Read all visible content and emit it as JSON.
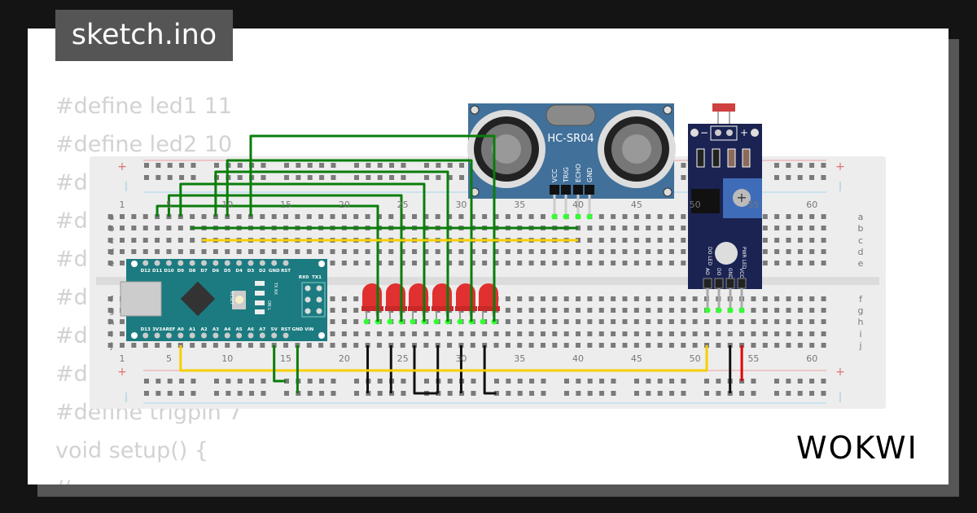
{
  "title": "sketch.ino",
  "code_lines": [
    "#define led1 11",
    "#define led2 10",
    "#d",
    "#d",
    "#d",
    "#d",
    "#d",
    "#d",
    "#define trigpin 7",
    "void setup() {",
    "//"
  ],
  "breadboard": {
    "column_labels": [
      "1",
      "5",
      "10",
      "15",
      "20",
      "25",
      "30",
      "35",
      "40",
      "45",
      "50",
      "55",
      "60"
    ],
    "row_labels_top": [
      "a",
      "b",
      "c",
      "d",
      "e"
    ],
    "row_labels_bottom": [
      "f",
      "g",
      "h",
      "i",
      "j"
    ],
    "rail_plus": "+",
    "rail_minus": "-"
  },
  "arduino_nano": {
    "top_pins": [
      "D12",
      "D11",
      "D10",
      "D9",
      "D8",
      "D7",
      "D6",
      "D5",
      "D4",
      "D3",
      "D2",
      "GND",
      "RST",
      "RX0",
      "TX1"
    ],
    "bottom_pins": [
      "D13",
      "3V3",
      "AREF",
      "A0",
      "A1",
      "A2",
      "A3",
      "A4",
      "A5",
      "A6",
      "A7",
      "5V",
      "RST",
      "GND",
      "VIN"
    ],
    "reset_label": "RESET",
    "led_labels": [
      "TX",
      "RX",
      "ON",
      "L"
    ],
    "color": "#1b7b80"
  },
  "hc_sr04": {
    "label": "HC-SR04",
    "pins": [
      "VCC",
      "TRIG",
      "ECHO",
      "GND"
    ],
    "color": "#41709a"
  },
  "ldr_module": {
    "pins": [
      "AO",
      "DO",
      "GND",
      "VCC"
    ],
    "led_labels": [
      "DO LED",
      "PWR LED"
    ],
    "minus": "−",
    "plus": "+",
    "color": "#1b2352"
  },
  "leds": {
    "count": 6,
    "color": "#e03030"
  },
  "wire_colors": {
    "green": "#0a7d0a",
    "yellow": "#f5cf00",
    "black": "#111111",
    "red": "#e00000"
  },
  "logo": "WOKWI"
}
